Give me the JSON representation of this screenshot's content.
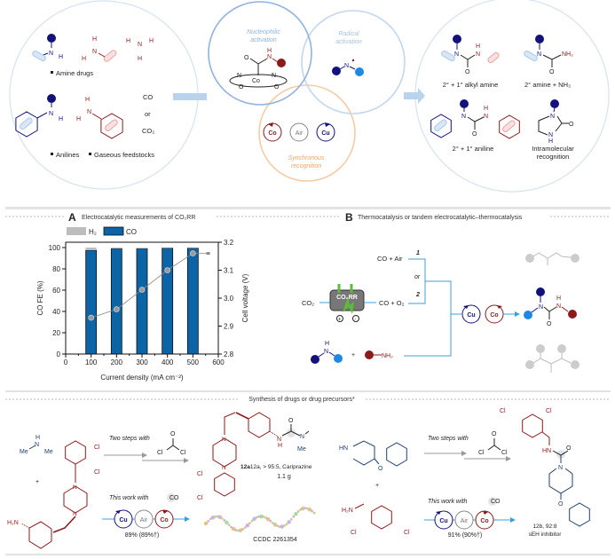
{
  "top": {
    "left_labels": {
      "amine_drugs": "Amine drugs",
      "anilines": "Anilines",
      "gaseous": "Gaseous feedstocks",
      "co": "CO",
      "or": "or",
      "co2": "CO₂"
    },
    "center": {
      "nucleophilic": [
        "Nucleophilic",
        "activation"
      ],
      "radical": [
        "Radical",
        "activation"
      ],
      "synchronous": [
        "Synchronous",
        "recognition"
      ],
      "co": "Co",
      "air": "Air",
      "cu": "Cu"
    },
    "right_labels": {
      "alkyl": "2° + 1° alkyl amine",
      "nh3": "2° amine + NH₃",
      "aniline": "2° + 1° aniline",
      "intra": [
        "Intramolecular",
        "recognition"
      ]
    }
  },
  "panel_a": {
    "letter": "A",
    "title": "Electrocatalytic measurements of CO₂RR"
  },
  "chart_data": {
    "type": "bar",
    "title": "Electrocatalytic measurements of CO₂RR",
    "xlabel": "Current density (mA cm⁻²)",
    "ylabel": "CO FE (%)",
    "y2label": "Cell voltage (V)",
    "categories": [
      100,
      200,
      300,
      400,
      500
    ],
    "series": [
      {
        "name": "CO",
        "type": "bar",
        "color": "#0a64a6",
        "values": [
          97.5,
          99,
          99,
          99.5,
          99.5
        ]
      },
      {
        "name": "H₂",
        "type": "bar",
        "color": "#bdbdbd",
        "values": [
          2.5,
          1,
          0.8,
          0.5,
          0.5
        ]
      },
      {
        "name": "Cell voltage",
        "type": "line",
        "axis": "right",
        "color": "#888888",
        "x": [
          100,
          200,
          300,
          400,
          500
        ],
        "values": [
          2.93,
          2.96,
          3.03,
          3.1,
          3.16
        ]
      }
    ],
    "xlim": [
      0,
      600
    ],
    "ylim": [
      0,
      105
    ],
    "y2lim": [
      2.8,
      3.2
    ],
    "xticks": [
      "0",
      "100",
      "200",
      "300",
      "400",
      "500",
      "600"
    ],
    "yticks": [
      "0",
      "20",
      "40",
      "60",
      "80",
      "100"
    ],
    "y2ticks": [
      "2.8",
      "2.9",
      "3.0",
      "3.1",
      "3.2"
    ],
    "legend": {
      "position": "top-left",
      "h2": "H₂",
      "co": "CO"
    }
  },
  "panel_b": {
    "letter": "B",
    "title": "Thermocatalysis or tandem electrocatalytic–thermocatalysis",
    "co_air": "CO + Air",
    "route1": "1",
    "or": "or",
    "route2": "2",
    "co2": "CO₂",
    "device": "CO₂RR",
    "co_o2": "CO + O₂",
    "plus": "+",
    "nh2": "NH₂",
    "cu": "Cu",
    "co": "Co",
    "n": "N",
    "h": "H",
    "o": "O"
  },
  "panel_c": {
    "title": "Synthesis of drugs or drug precursors*",
    "two_steps": "Two steps with",
    "this_work": "This work with",
    "co": "CO",
    "cu": "Cu",
    "air": "Air",
    "cobalt": "Co",
    "yield_a": "89% (89%†)",
    "yield_b": "91% (90%†)",
    "product_a": "12a, > 95:5, Cariprazine",
    "product_a_mass": "1.1 g",
    "ccdc": "CCDC 2261354",
    "product_b": "12b, 92:8",
    "product_b_sub": "sEH inhibitor",
    "me": "Me",
    "cl": "Cl",
    "plus": "+",
    "h2n": "H₂N",
    "hn": "HN"
  },
  "colors": {
    "navy": "#12127a",
    "red": "#8b1a1a",
    "light_blue": "#a9c9e9",
    "orange": "#f6cba4",
    "chart_blue": "#0a64a6",
    "cyan": "#3aa0d8"
  }
}
